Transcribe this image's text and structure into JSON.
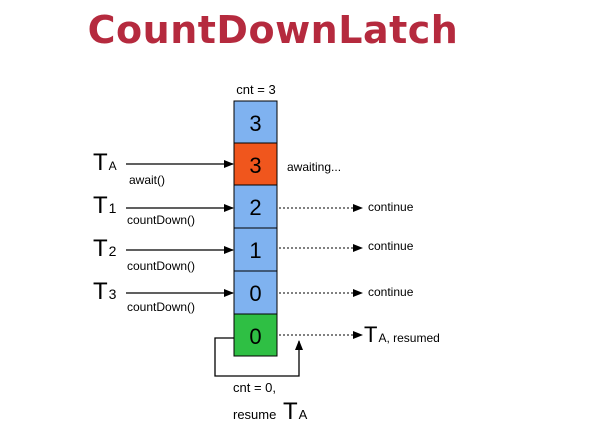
{
  "title": "CountDownLatch",
  "counter_label": "cnt = 3",
  "cells": [
    {
      "value": "3",
      "color": "#7fb2f0"
    },
    {
      "value": "3",
      "color": "#f0561d"
    },
    {
      "value": "2",
      "color": "#7fb2f0"
    },
    {
      "value": "1",
      "color": "#7fb2f0"
    },
    {
      "value": "0",
      "color": "#7fb2f0"
    },
    {
      "value": "0",
      "color": "#2fbf44"
    }
  ],
  "threads": [
    {
      "name": "T",
      "sub": "A",
      "call": "await()"
    },
    {
      "name": "T",
      "sub": "1",
      "call": "countDown()"
    },
    {
      "name": "T",
      "sub": "2",
      "call": "countDown()"
    },
    {
      "name": "T",
      "sub": "3",
      "call": "countDown()"
    }
  ],
  "awaiting_text": "awaiting...",
  "continue_text": "continue",
  "resumed": {
    "name": "T",
    "sub": "A, resumed"
  },
  "footer": {
    "line1": "cnt = 0,",
    "line2": "resume",
    "thread_name": "T",
    "thread_sub": "A"
  }
}
